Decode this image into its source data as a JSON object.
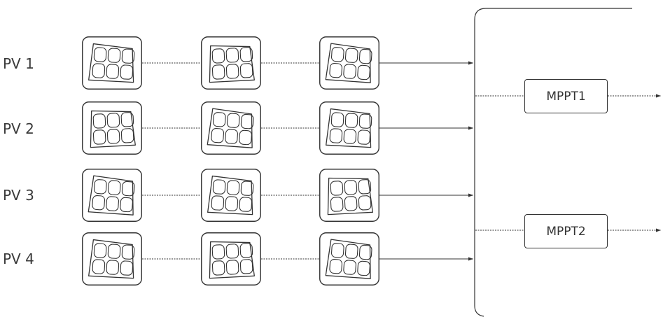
{
  "strings": [
    {
      "label": "PV 1"
    },
    {
      "label": "PV 2"
    },
    {
      "label": "PV 3"
    },
    {
      "label": "PV 4"
    }
  ],
  "panels_per_string": 3,
  "mppts": [
    {
      "label": "MPPT1"
    },
    {
      "label": "MPPT2"
    }
  ],
  "colors": {
    "stroke": "#333333",
    "text": "#3a3a3a",
    "background": "#ffffff"
  },
  "icons": [
    "solar-panel-icon",
    "arrow-right-icon"
  ]
}
